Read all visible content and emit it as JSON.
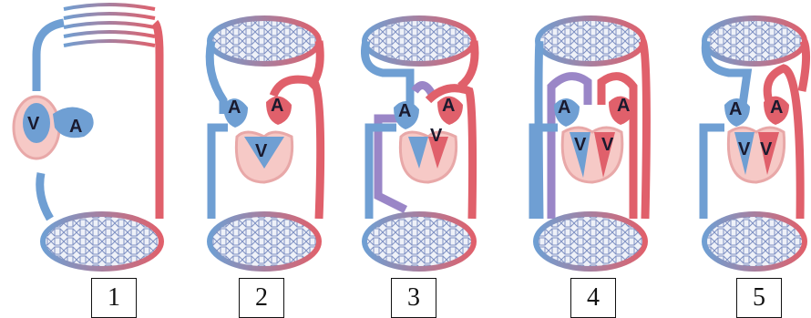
{
  "colors": {
    "venous": "#6f9fd3",
    "venous_dark": "#3f6fa8",
    "arterial": "#e0606b",
    "arterial_light": "#f3b7b7",
    "mixed": "#9a86c7",
    "heart_fill": "#f6c9c6",
    "capillary_bg": "#dfe6f3"
  },
  "diagrams": [
    {
      "number": "1",
      "labels": [
        "V",
        "A"
      ]
    },
    {
      "number": "2",
      "labels": [
        "A",
        "A",
        "V"
      ]
    },
    {
      "number": "3",
      "labels": [
        "A",
        "A",
        "V"
      ]
    },
    {
      "number": "4",
      "labels": [
        "A",
        "A",
        "V",
        "V"
      ]
    },
    {
      "number": "5",
      "labels": [
        "A",
        "A",
        "V",
        "V"
      ]
    }
  ]
}
